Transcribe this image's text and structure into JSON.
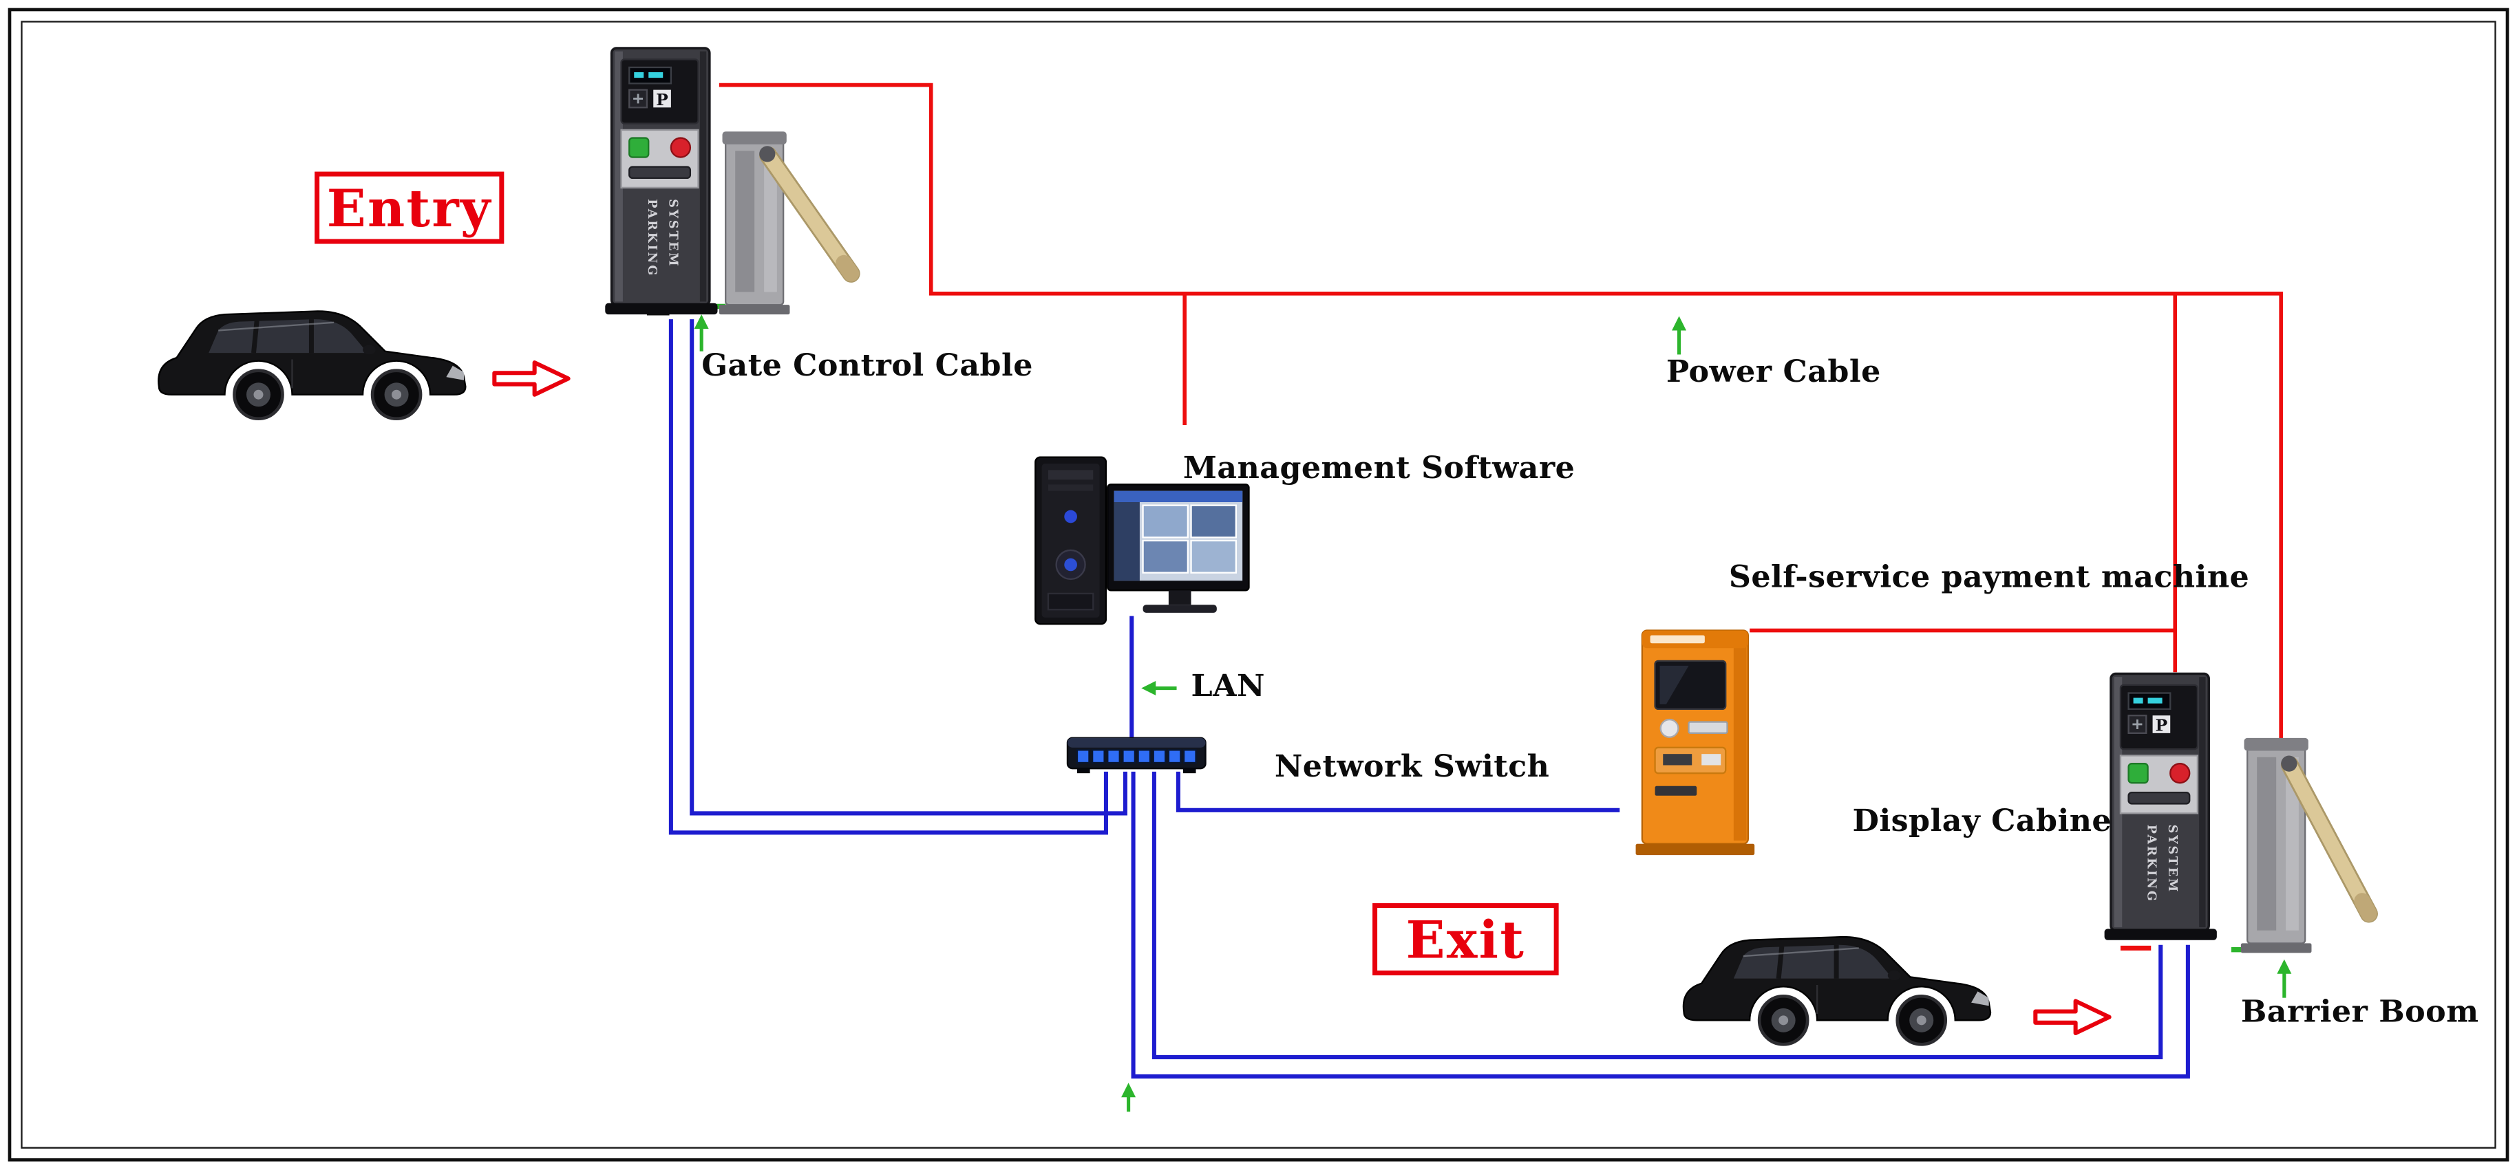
{
  "zones": {
    "entry": "Entry",
    "exit": "Exit"
  },
  "labels": {
    "gate_control_cable": "Gate Control Cable",
    "power_cable": "Power Cable",
    "management_software": "Management Software",
    "lan": "LAN",
    "network_switch": "Network Switch",
    "self_service_payment_machine": "Self-service payment machine",
    "display_cabinet": "Display Cabinet",
    "barrier_boom": "Barrier Boom"
  },
  "devices": {
    "entry_station": {
      "logo_letter": "P",
      "brand_line1": "PARKING",
      "brand_line2": "SYSTEM"
    },
    "exit_station": {
      "logo_letter": "P",
      "brand_line1": "PARKING",
      "brand_line2": "SYSTEM"
    }
  },
  "colors": {
    "power_cable_red": "#ed0d0d",
    "network_cable_blue": "#1d1ccf",
    "indicator_green": "#2cb52c",
    "zone_accent_red": "#e8000d"
  }
}
